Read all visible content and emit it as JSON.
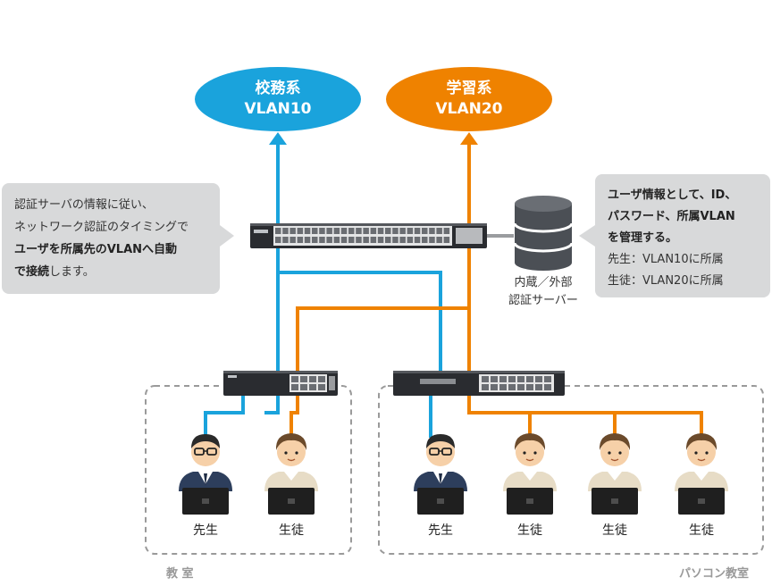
{
  "vlans": [
    {
      "line1": "校務系",
      "line2": "VLAN10",
      "color": "#1aa3dc"
    },
    {
      "line1": "学習系",
      "line2": "VLAN20",
      "color": "#ef8200"
    }
  ],
  "left_note": {
    "line1": "認証サーバの情報に従い、",
    "line2": "ネットワーク認証のタイミングで",
    "line3": "ユーザを所属先のVLANへ自動",
    "line4_bold": "で接続",
    "line4_rest": "します。"
  },
  "right_note": {
    "line1": "ユーザ情報として、ID、",
    "line2": "パスワード、所属VLAN",
    "line3": "を管理する。",
    "line4": "先生：VLAN10に所属",
    "line5": "生徒：VLAN20に所属"
  },
  "server": {
    "line1": "内蔵／外部",
    "line2": "認証サーバー"
  },
  "rooms": [
    {
      "label": "教 室"
    },
    {
      "label": "パソコン教室"
    }
  ],
  "users": [
    {
      "role": "先生"
    },
    {
      "role": "生徒"
    },
    {
      "role": "先生"
    },
    {
      "role": "生徒"
    },
    {
      "role": "生徒"
    },
    {
      "role": "生徒"
    }
  ],
  "colors": {
    "blue": "#1aa3dc",
    "orange": "#ef8200",
    "note_bg": "#d8d9da",
    "room_border": "#9a9a9a",
    "server": "#4b4f55"
  }
}
